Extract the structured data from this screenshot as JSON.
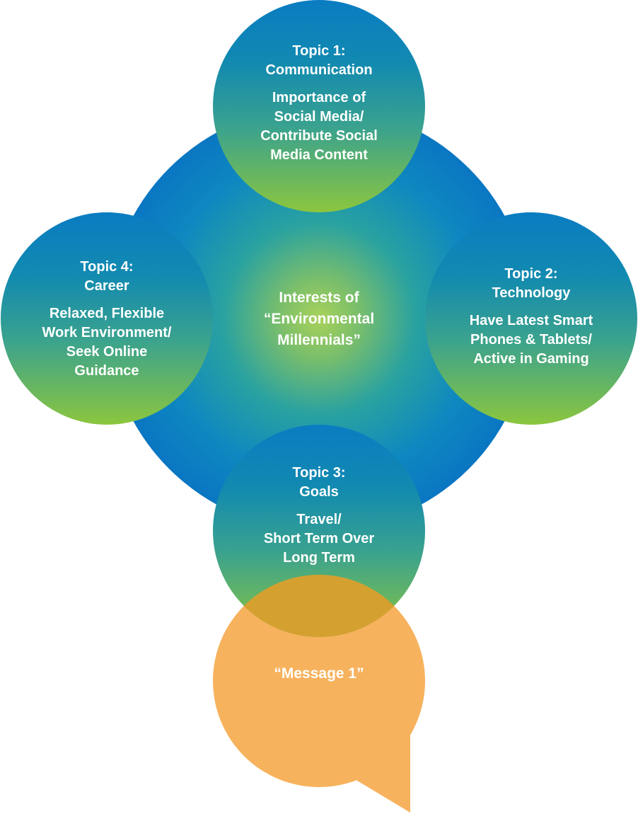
{
  "center": {
    "lines": [
      "Interests of",
      "“Environmental",
      "Millennials”"
    ]
  },
  "topics": [
    {
      "id": "topic-1",
      "title_lines": [
        "Topic 1:",
        "Communication"
      ],
      "body_lines": [
        "Importance of",
        "Social Media/",
        "Contribute Social",
        "Media Content"
      ]
    },
    {
      "id": "topic-2",
      "title_lines": [
        "Topic 2:",
        "Technology"
      ],
      "body_lines": [
        "Have Latest Smart",
        "Phones & Tablets/",
        "Active in Gaming"
      ]
    },
    {
      "id": "topic-3",
      "title_lines": [
        "Topic 3:",
        "Goals"
      ],
      "body_lines": [
        "Travel/",
        "Short Term Over",
        "Long Term"
      ]
    },
    {
      "id": "topic-4",
      "title_lines": [
        "Topic 4:",
        "Career"
      ],
      "body_lines": [
        "Relaxed, Flexible",
        "Work Environment/",
        "Seek Online",
        "Guidance"
      ]
    }
  ],
  "message": {
    "text": "“Message 1”"
  },
  "colors": {
    "blue": "#0a7cc4",
    "teal": "#1a90b0",
    "green": "#8cc443",
    "orange": "#f7b25e",
    "overlap": "#d4a030",
    "text": "#ffffff"
  }
}
